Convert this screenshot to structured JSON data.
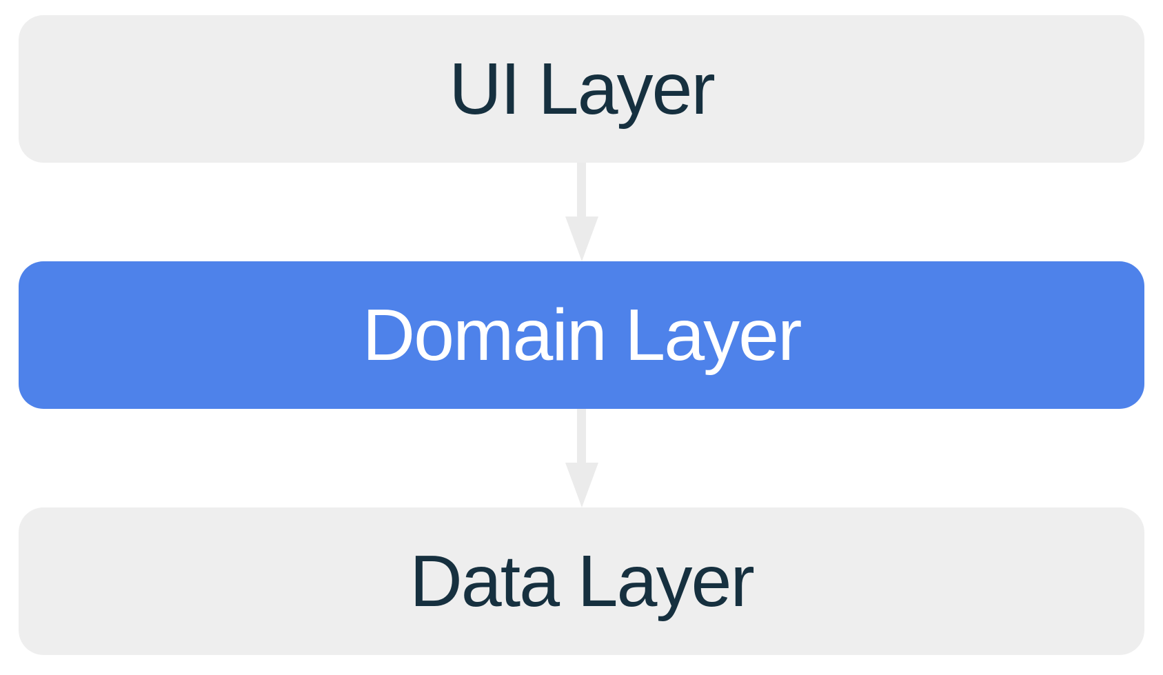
{
  "diagram": {
    "layers": [
      {
        "id": "ui",
        "label": "UI Layer",
        "variant": "muted"
      },
      {
        "id": "domain",
        "label": "Domain Layer",
        "variant": "accent"
      },
      {
        "id": "data",
        "label": "Data Layer",
        "variant": "muted"
      }
    ],
    "arrows": [
      {
        "from": "ui",
        "to": "domain",
        "direction": "down"
      },
      {
        "from": "domain",
        "to": "data",
        "direction": "down"
      }
    ],
    "colors": {
      "accent_blue": "#4e82ea",
      "muted_gray": "#eeeeee",
      "arrow_gray": "#ebebeb",
      "text_dark": "#16303f",
      "text_light": "#ffffff",
      "background": "#ffffff"
    }
  }
}
